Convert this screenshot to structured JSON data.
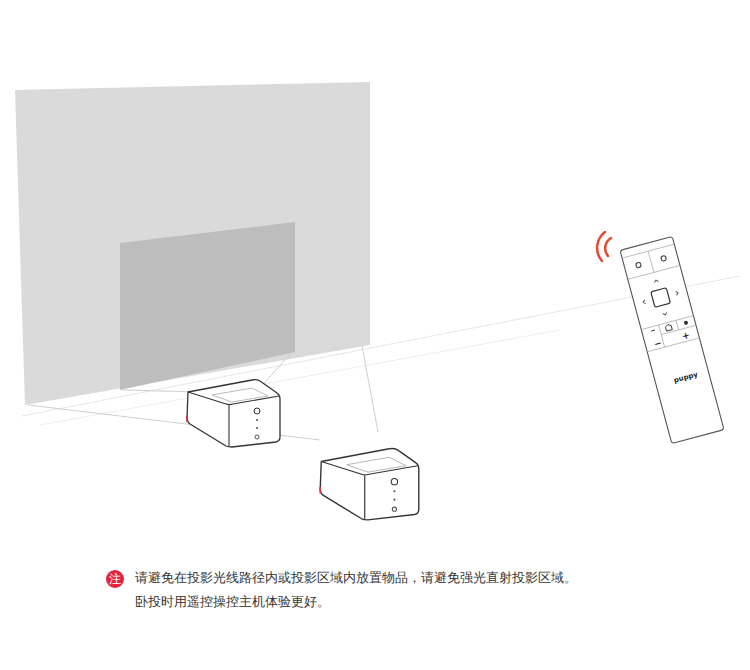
{
  "diagram": {
    "nodes": [
      {
        "text": [
          "注"
        ]
      }
    ],
    "labels": [
      "请避免在投影光线路径内或投影区域内放置物品，请避免强光直射投影区域。",
      "卧投时用遥控操控主机体验更好。",
      "puppy",
      "−",
      "+"
    ]
  }
}
